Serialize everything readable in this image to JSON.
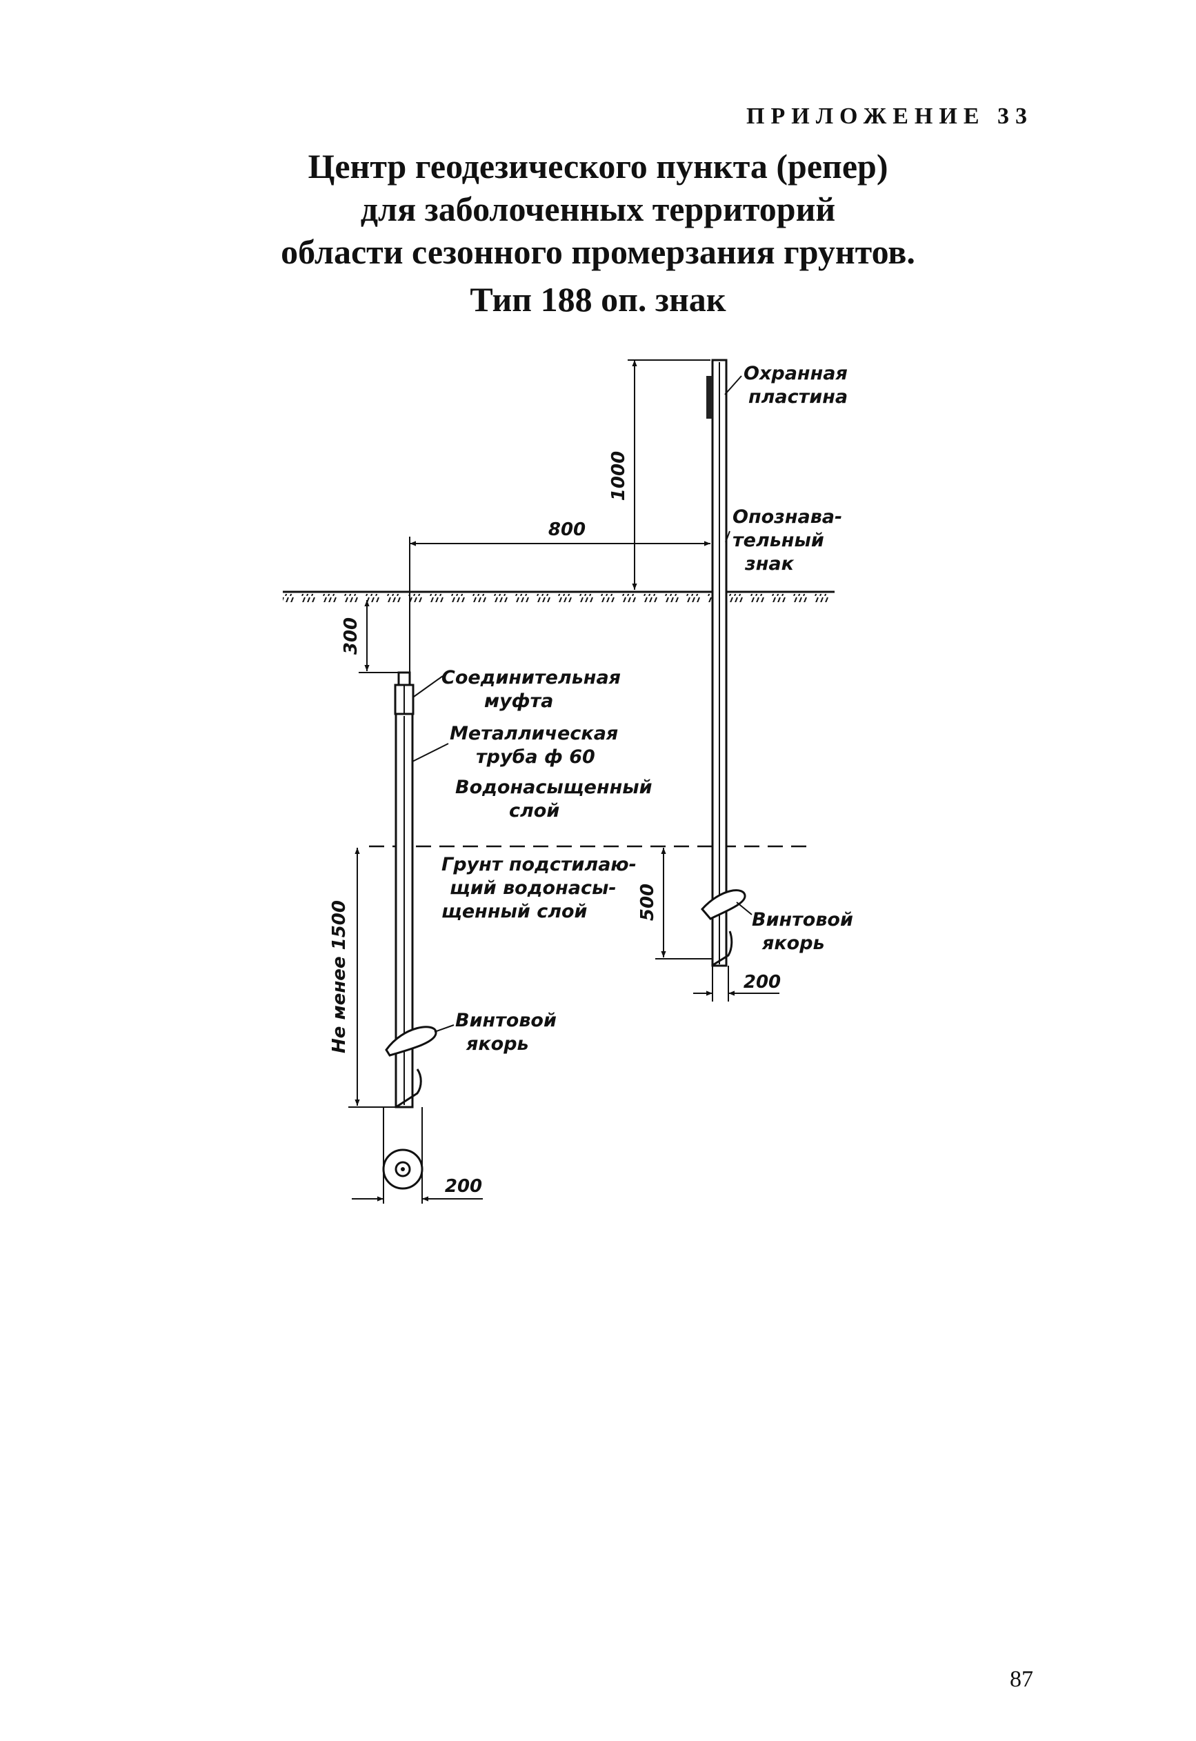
{
  "header": {
    "appendix": "ПРИЛОЖЕНИЕ 33"
  },
  "title": {
    "line1": "Центр геодезического пункта (репер)",
    "line2": "для заболоченных территорий",
    "line3": "области сезонного промерзания грунтов.",
    "subtitle": "Тип 188 оп. знак"
  },
  "diagram": {
    "labels": {
      "protective_plate_1": "Охранная",
      "protective_plate_2": "пластина",
      "identification_sign_1": "Опознава-",
      "identification_sign_2": "тельный",
      "identification_sign_3": "знак",
      "coupling_1": "Соединительная",
      "coupling_2": "муфта",
      "metal_pipe_1": "Металлическая",
      "metal_pipe_2": "труба ф 60",
      "water_layer_1": "Водонасыщенный",
      "water_layer_2": "слой",
      "underlying_soil_1": "Грунт подстилаю-",
      "underlying_soil_2": "щий водонасы-",
      "underlying_soil_3": "щенный слой",
      "screw_anchor_left_1": "Винтовой",
      "screw_anchor_left_2": "якорь",
      "screw_anchor_right_1": "Винтовой",
      "screw_anchor_right_2": "якорь"
    },
    "dimensions": {
      "sign_height": "1000",
      "offset": "800",
      "pipe_depth": "300",
      "min_depth": "Не менее 1500",
      "anchor_depth": "500",
      "anchor_width_left": "200",
      "anchor_width_right": "200"
    }
  },
  "footer": {
    "page_number": "87"
  }
}
